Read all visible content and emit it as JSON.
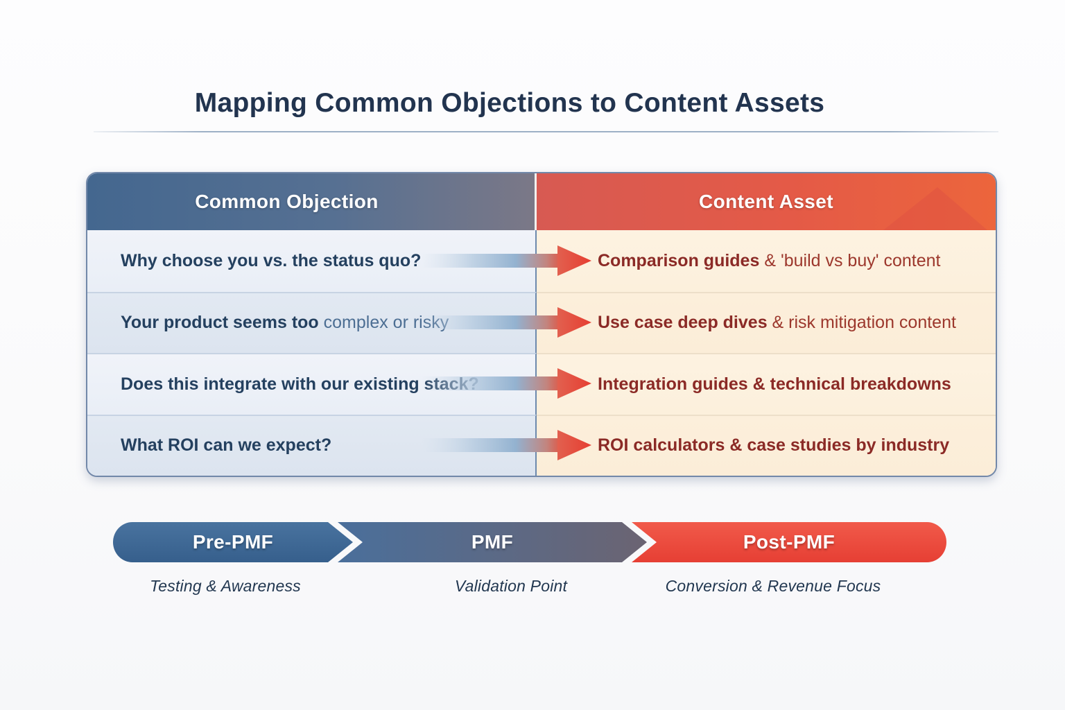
{
  "page": {
    "title": "Mapping Common Objections to Content Assets"
  },
  "table": {
    "headers": {
      "objection": "Common Objection",
      "asset": "Content Asset"
    },
    "rows": [
      {
        "objection_bold": "Why choose you vs. the status quo?",
        "objection_rest": "",
        "asset_bold": "Comparison guides",
        "asset_rest": " & 'build vs buy' content"
      },
      {
        "objection_bold": "Your product seems too",
        "objection_rest": " complex or risky",
        "asset_bold": "Use case deep dives",
        "asset_rest": " & risk mitigation content"
      },
      {
        "objection_bold": "Does this integrate with our existing stack?",
        "objection_rest": "",
        "asset_bold": "Integration guides & technical breakdowns",
        "asset_rest": ""
      },
      {
        "objection_bold": "What ROI can we expect?",
        "objection_rest": "",
        "asset_bold": "ROI calculators & case studies by industry",
        "asset_rest": ""
      }
    ]
  },
  "timeline": {
    "stages": [
      {
        "label": "Pre-PMF",
        "caption": "Testing & Awareness"
      },
      {
        "label": "PMF",
        "caption": "Validation Point"
      },
      {
        "label": "Post-PMF",
        "caption": "Conversion & Revenue Focus"
      }
    ]
  },
  "colors": {
    "header_blue": "#44678f",
    "header_red": "#e45a47",
    "objection_text": "#24405f",
    "asset_text": "#8b2a26",
    "stage_pre_pmf_blue": "#3d6897",
    "stage_post_pmf_red": "#ee4b3f"
  }
}
